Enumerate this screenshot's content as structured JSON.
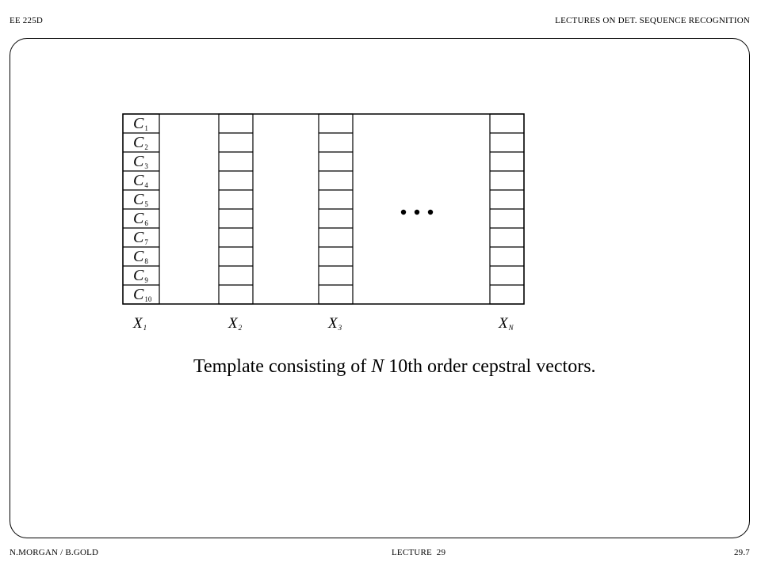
{
  "header": {
    "left": "EE 225D",
    "right": "LECTURES ON DET. SEQUENCE RECOGNITION"
  },
  "footer": {
    "left": "N.MORGAN / B.GOLD",
    "center": "LECTURE  29",
    "right": "29.7"
  },
  "diagram": {
    "coefficients": [
      {
        "letter": "C",
        "index": "1"
      },
      {
        "letter": "C",
        "index": "2"
      },
      {
        "letter": "C",
        "index": "3"
      },
      {
        "letter": "C",
        "index": "4"
      },
      {
        "letter": "C",
        "index": "5"
      },
      {
        "letter": "C",
        "index": "6"
      },
      {
        "letter": "C",
        "index": "7"
      },
      {
        "letter": "C",
        "index": "8"
      },
      {
        "letter": "C",
        "index": "9"
      },
      {
        "letter": "C",
        "index": "10"
      }
    ],
    "columns": [
      {
        "letter": "X",
        "index": "1"
      },
      {
        "letter": "X",
        "index": "2"
      },
      {
        "letter": "X",
        "index": "3"
      },
      {
        "letter": "X",
        "index": "N"
      }
    ],
    "ellipsis": "• • •"
  },
  "caption": {
    "before": "Template consisting of ",
    "italic": "N",
    "after": " 10th order cepstral vectors."
  }
}
